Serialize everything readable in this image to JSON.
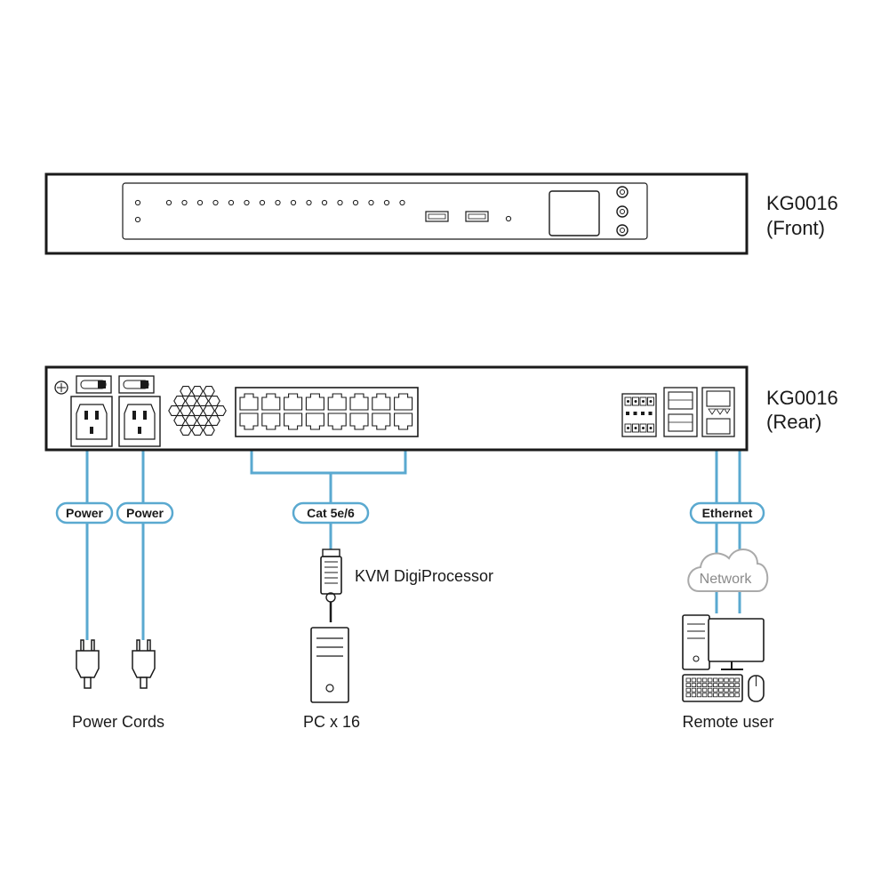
{
  "front_unit": {
    "model": "KG0016",
    "view": "(Front)"
  },
  "rear_unit": {
    "model": "KG0016",
    "view": "(Rear)"
  },
  "cables": {
    "power_1": "Power",
    "power_2": "Power",
    "cat": "Cat 5e/6",
    "ethernet": "Ethernet"
  },
  "network_label": "Network",
  "devices": {
    "kvm_processor": "KVM DigiProcessor",
    "power_cords": "Power Cords",
    "pc": "PC x 16",
    "remote_user": "Remote user"
  },
  "colors": {
    "cable": "#5aa9d0",
    "pill_border": "#5aa9d0",
    "outline": "#1a1a1a",
    "cloud": "#aaaaaa"
  }
}
